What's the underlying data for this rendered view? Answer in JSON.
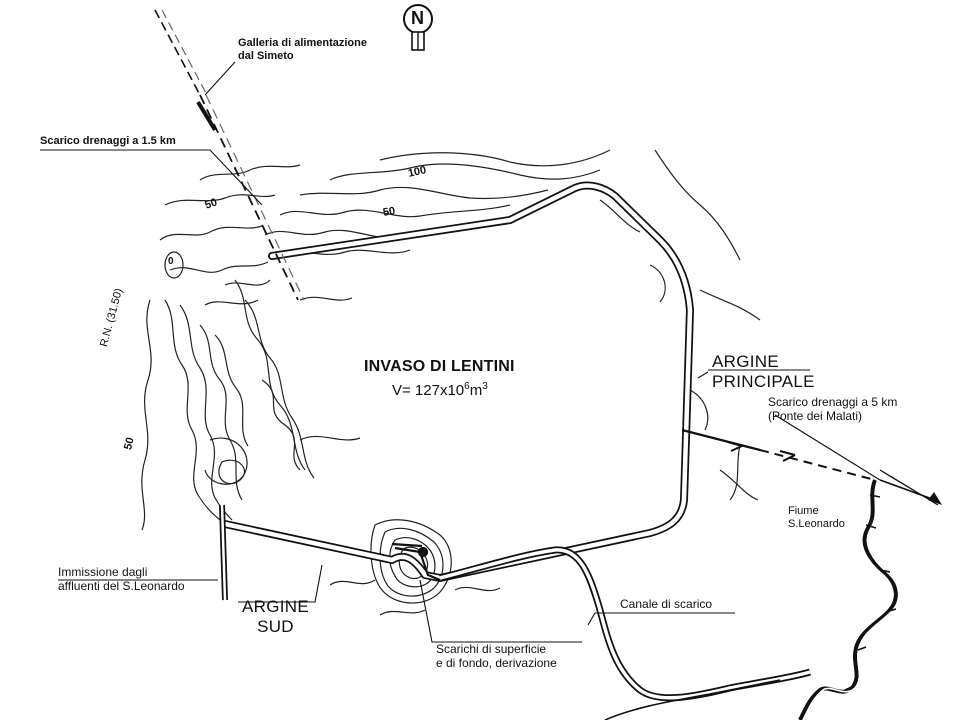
{
  "map": {
    "reservoir_name": "INVASO DI LENTINI",
    "volume": {
      "prefix": "V= 127x10",
      "exp1": "6",
      "unit": "m",
      "exp2": "3"
    },
    "north_symbol": "N",
    "labels": {
      "galleria_line1": "Galleria di alimentazione",
      "galleria_line2": "dal Simeto",
      "scarico_1_5": "Scarico drenaggi a 1.5 km",
      "scarico_5_line1": "Scarico drenaggi a 5 km",
      "scarico_5_line2": "(Ponte dei Malati)",
      "argine_principale_line1": "ARGINE",
      "argine_principale_line2": "PRINCIPALE",
      "argine_sud_line1": "ARGINE",
      "argine_sud_line2": "SUD",
      "fiume_line1": "Fiume",
      "fiume_line2": "S.Leonardo",
      "immissione_line1": "Immissione dagli",
      "immissione_line2": "affluenti del S.Leonardo",
      "canale": "Canale di scarico",
      "scarichi_line1": "Scarichi di superficie",
      "scarichi_line2": "e di fondo, derivazione",
      "road": "R.N. (31.50)"
    },
    "contours": {
      "c100": "100",
      "c50_upper": "50",
      "c50_left": "50",
      "c50_lower": "50",
      "c0": "0"
    }
  }
}
